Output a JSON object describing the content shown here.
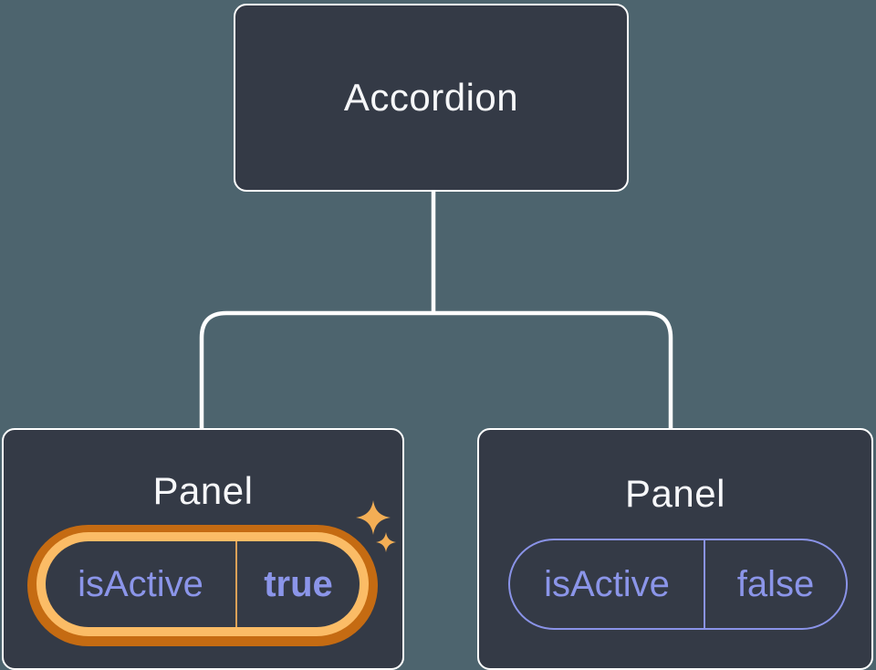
{
  "diagram": {
    "description": "Component tree diagram: an Accordion parent with two Panel children showing their isActive state",
    "root": {
      "label": "Accordion"
    },
    "children": [
      {
        "label": "Panel",
        "state": {
          "key": "isActive",
          "value": "true"
        },
        "highlighted": true,
        "icons": [
          "sparkle-icon-large",
          "sparkle-icon-small"
        ]
      },
      {
        "label": "Panel",
        "state": {
          "key": "isActive",
          "value": "false"
        },
        "highlighted": false
      }
    ]
  },
  "colors": {
    "background": "#4d646e",
    "node-fill": "#343a46",
    "node-border": "#ffffff",
    "line": "#ffffff",
    "title-text": "#f6f7f9",
    "state-text": "#8b95e9",
    "pill-border": "#8a93e8",
    "ring-dark": "#c56b12",
    "ring-light": "#fbbc66",
    "divider-active": "#dba158",
    "sparkle": "#f3ae55"
  }
}
